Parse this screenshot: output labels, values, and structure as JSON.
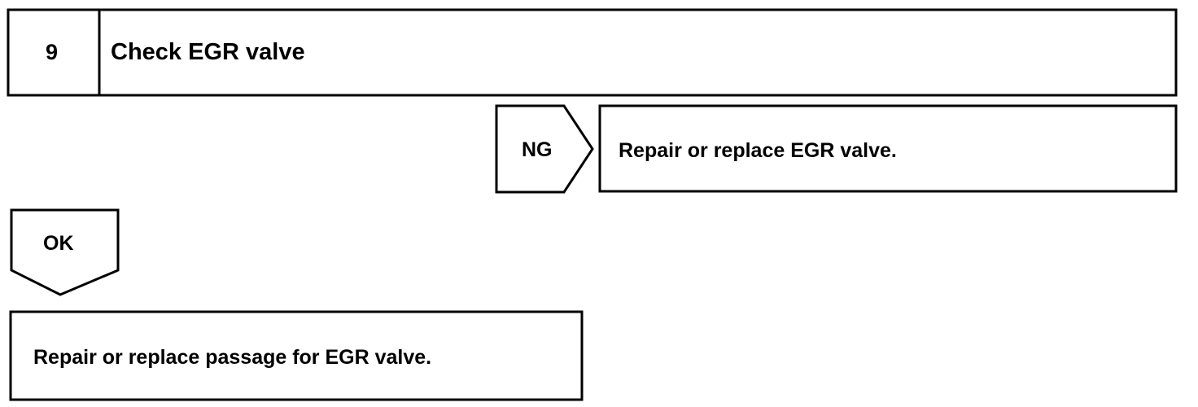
{
  "step": {
    "number": "9",
    "title": "Check EGR valve"
  },
  "ng_branch": {
    "label": "NG",
    "action": "Repair or replace EGR valve."
  },
  "ok_branch": {
    "label": "OK",
    "action": "Repair or replace passage for EGR valve."
  },
  "colors": {
    "stroke": "#000000",
    "background": "#ffffff"
  }
}
